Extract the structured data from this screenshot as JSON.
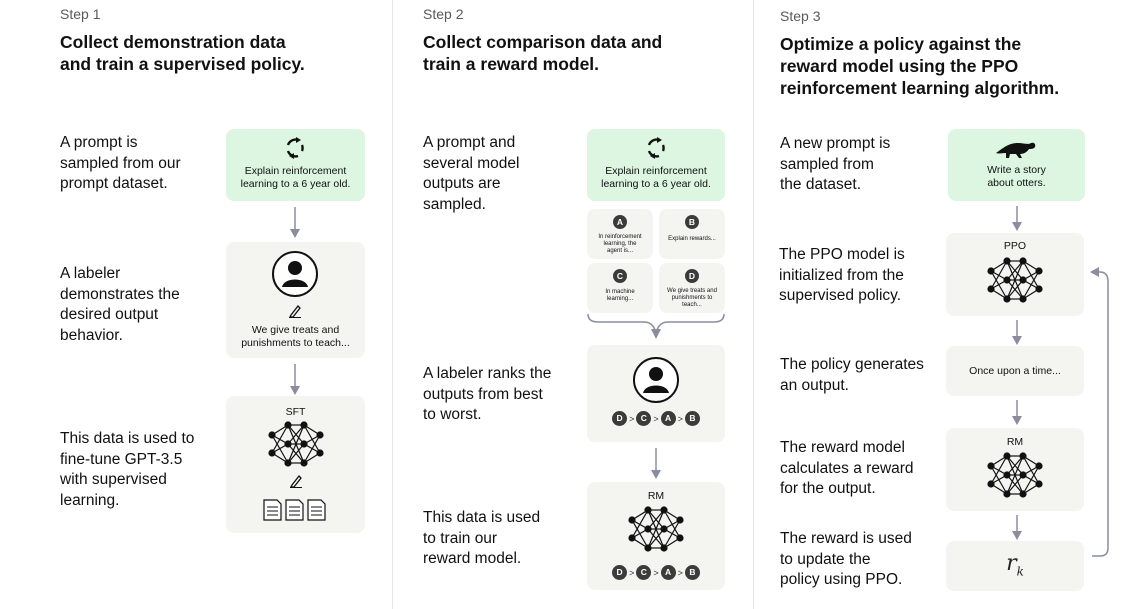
{
  "steps": [
    {
      "label": "Step 1",
      "title_line1": "Collect demonstration data",
      "title_line2": "and train a supervised policy.",
      "desc1": [
        "A prompt is",
        "sampled from our",
        "prompt dataset."
      ],
      "desc2": [
        "A labeler",
        "demonstrates the",
        "desired output",
        "behavior."
      ],
      "desc3": [
        "This data is used to",
        "fine-tune GPT-3.5",
        "with supervised",
        "learning."
      ],
      "prompt_box": [
        "Explain reinforcement",
        "learning to a 6 year old."
      ],
      "demo_box": [
        "We give treats and",
        "punishments to teach..."
      ],
      "model_label": "SFT"
    },
    {
      "label": "Step 2",
      "title_line1": "Collect comparison data and",
      "title_line2": "train a reward model.",
      "desc1": [
        "A prompt and",
        "several model",
        "outputs are",
        "sampled."
      ],
      "desc2": [
        "A labeler ranks the",
        "outputs from best",
        "to worst."
      ],
      "desc3": [
        "This data is used",
        "to train our",
        "reward model."
      ],
      "prompt_box": [
        "Explain reinforcement",
        "learning to a 6 year old."
      ],
      "outputs": [
        {
          "letter": "A",
          "text": [
            "In reinforcement",
            "learning, the",
            "agent is..."
          ]
        },
        {
          "letter": "B",
          "text": [
            "Explain rewards..."
          ]
        },
        {
          "letter": "C",
          "text": [
            "In machine",
            "learning..."
          ]
        },
        {
          "letter": "D",
          "text": [
            "We give treats and",
            "punishments to",
            "teach..."
          ]
        }
      ],
      "ranking": [
        "D",
        ">",
        "C",
        ">",
        "A",
        ">",
        "B"
      ],
      "model_label": "RM"
    },
    {
      "label": "Step 3",
      "title_line1": "Optimize a policy against the",
      "title_line2": "reward model using the PPO",
      "title_line3": "reinforcement learning algorithm.",
      "desc1": [
        "A new prompt is",
        "sampled from",
        "the dataset."
      ],
      "desc2": [
        "The PPO model is",
        "initialized from the",
        "supervised policy."
      ],
      "desc3": [
        "The policy generates",
        "an output."
      ],
      "desc4": [
        "The reward model",
        "calculates a reward",
        "for the output."
      ],
      "desc5": [
        "The reward is used",
        "to update the",
        "policy using PPO."
      ],
      "prompt_box": [
        "Write a story",
        "about otters."
      ],
      "ppo_label": "PPO",
      "output_text": "Once upon a time...",
      "rm_label": "RM",
      "reward_symbol": "r",
      "reward_subscript": "k"
    }
  ],
  "colors": {
    "prompt_box_bg": "#dcf6e2",
    "box_bg": "#f4f4f1",
    "arrow": "#8a8d9e",
    "node": "#111111"
  }
}
